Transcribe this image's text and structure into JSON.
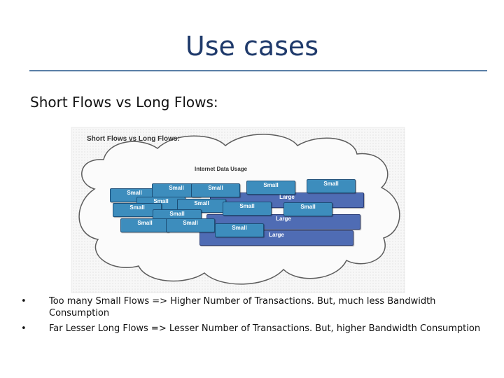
{
  "slide": {
    "title": "Use cases",
    "subtitle": "Short Flows vs Long Flows:"
  },
  "figure": {
    "title": "Short Flows vs Long Flows:",
    "cloud_label": "Internet Data Usage",
    "large_flows": [
      {
        "label": "Large"
      },
      {
        "label": "Large"
      },
      {
        "label": "Large"
      }
    ],
    "small_flows": [
      {
        "label": "Small"
      },
      {
        "label": "Small"
      },
      {
        "label": "Small"
      },
      {
        "label": "Small"
      },
      {
        "label": "Small"
      },
      {
        "label": "Small"
      },
      {
        "label": "Small"
      },
      {
        "label": "Small"
      },
      {
        "label": "Small"
      },
      {
        "label": "Small"
      },
      {
        "label": "Small"
      },
      {
        "label": "Small"
      },
      {
        "label": "Small"
      },
      {
        "label": "Small"
      }
    ]
  },
  "bullets": [
    {
      "marker": "•",
      "text": "Too many Small Flows => Higher Number of Transactions. But, much less Bandwidth Consumption"
    },
    {
      "marker": "•",
      "text": "Far Lesser Long Flows => Lesser Number of Transactions. But, higher Bandwidth Consumption"
    }
  ],
  "colors": {
    "title": "#1f3a6b",
    "small_flow": "#3d8dbd",
    "large_flow": "#4f6cb4",
    "cloud_fill": "#f4f4f4"
  }
}
